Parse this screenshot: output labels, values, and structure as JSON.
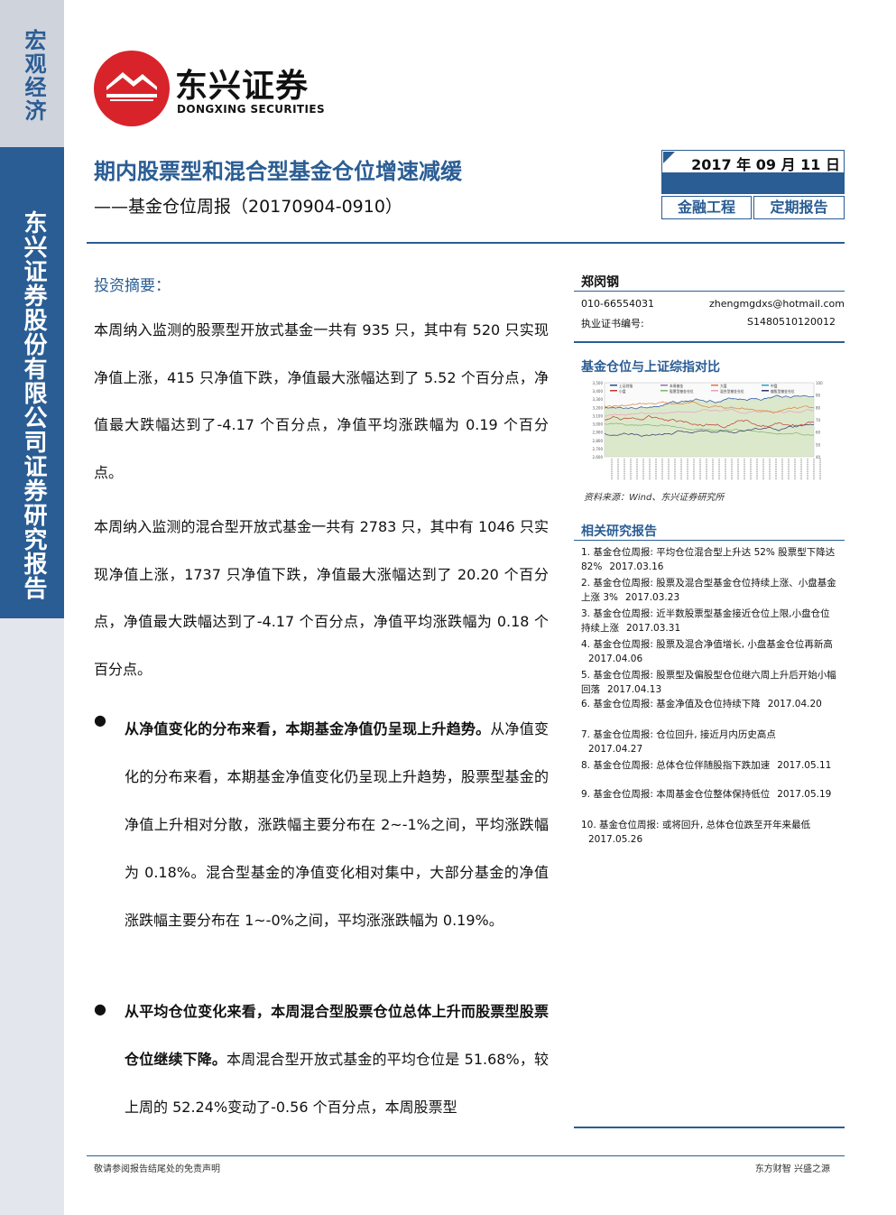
{
  "sidebar": {
    "category": "宏观经济",
    "company": "东兴证券股份有限公司证券研究报告"
  },
  "logo": {
    "cn": "东兴证券",
    "en": "DONGXING SECURITIES"
  },
  "header": {
    "title": "期内股票型和混合型基金仓位增速减缓",
    "subtitle": "——基金仓位周报（20170904-0910）",
    "date": "2017 年 09 月 11 日",
    "tag1": "金融工程",
    "tag2": "定期报告"
  },
  "summary": {
    "heading": "投资摘要：",
    "para1": "本周纳入监测的股票型开放式基金一共有 935 只，其中有 520 只实现净值上涨，415 只净值下跌，净值最大涨幅达到了 5.52 个百分点，净值最大跌幅达到了-4.17 个百分点，净值平均涨跌幅为 0.19 个百分点。",
    "para2": "本周纳入监测的混合型开放式基金一共有 2783 只，其中有 1046 只实现净值上涨，1737 只净值下跌，净值最大涨幅达到了 20.20 个百分点，净值最大跌幅达到了-4.17 个百分点，净值平均涨跌幅为 0.18 个百分点。",
    "bullet_symbol": "●",
    "b1_bold": "从净值变化的分布来看，本期基金净值仍呈现上升趋势。",
    "b1_text": "从净值变化的分布来看，本期基金净值变化仍呈现上升趋势，股票型基金的净值上升相对分散，涨跌幅主要分布在 2~-1%之间，平均涨跌幅为 0.18%。混合型基金的净值变化相对集中，大部分基金的净值涨跌幅主要分布在 1~-0%之间，平均涨涨跌幅为 0.19%。",
    "b2_bold": "从平均仓位变化来看，本周混合型股票仓位总体上升而股票型股票仓位继续下降。",
    "b2_text": "本周混合型开放式基金的平均仓位是 51.68%，较上周的 52.24%变动了-0.56 个百分点，本周股票型"
  },
  "author": {
    "name": "郑闵钢",
    "phone": "010-66554031",
    "email": "zhengmgdxs@hotmail.com",
    "cert_label": "执业证书编号:",
    "cert_no": "S1480510120012"
  },
  "chart_section": {
    "heading": "基金仓位与上证综指对比",
    "source": "资料来源：Wind、东兴证券研究所"
  },
  "chart_data": {
    "type": "line",
    "legend": [
      "上证综指",
      "本周基金",
      "大盘",
      "中盘",
      "小盘",
      "股票型基金仓位",
      "混合型基金仓位",
      "偏股型基金仓位"
    ],
    "ylim_left": [
      2600,
      3500
    ],
    "ylim_right": [
      40,
      100
    ],
    "left_ticks": [
      3500,
      3400,
      3300,
      3200,
      3100,
      3000,
      2900,
      2800,
      2700,
      2600
    ],
    "right_ticks": [
      100,
      90,
      80,
      70,
      60,
      50,
      40
    ],
    "colors": [
      "#1f4e9a",
      "#9a6fb0",
      "#e07b39",
      "#2aa3c9",
      "#c0392b",
      "#7db36b",
      "#e8a0c0",
      "#333366"
    ]
  },
  "related": {
    "heading": "相关研究报告",
    "items": [
      {
        "text": "1. 基金仓位周报: 平均仓位混合型上升达 52% 股票型下降达 82%",
        "date": "2017.03.16"
      },
      {
        "text": "2. 基金仓位周报: 股票及混合型基金仓位持续上涨、小盘基金上涨 3%",
        "date": "2017.03.23"
      },
      {
        "text": "3. 基金仓位周报: 近半数股票型基金接近仓位上限,小盘仓位持续上涨",
        "date": "2017.03.31"
      },
      {
        "text": "4. 基金仓位周报: 股票及混合净值增长, 小盘基金仓位再新高",
        "date": "2017.04.06"
      },
      {
        "text": "5. 基金仓位周报: 股票型及偏股型仓位继六周上升后开始小幅回落",
        "date": "2017.04.13"
      },
      {
        "text": "6. 基金仓位周报: 基金净值及仓位持续下降",
        "date": "2017.04.20"
      },
      {
        "text": "7. 基金仓位周报: 仓位回升, 接近月内历史高点",
        "date": "2017.04.27"
      },
      {
        "text": "8. 基金仓位周报: 总体仓位伴随股指下跌加速",
        "date": "2017.05.11"
      },
      {
        "text": "9. 基金仓位周报: 本周基金仓位整体保持低位",
        "date": "2017.05.19"
      },
      {
        "text": "10. 基金仓位周报: 或将回升, 总体仓位跌至开年来最低",
        "date": "2017.05.26"
      }
    ]
  },
  "footer": {
    "left": "敬请参阅报告结尾处的免责声明",
    "right": "东方财智  兴盛之源"
  }
}
